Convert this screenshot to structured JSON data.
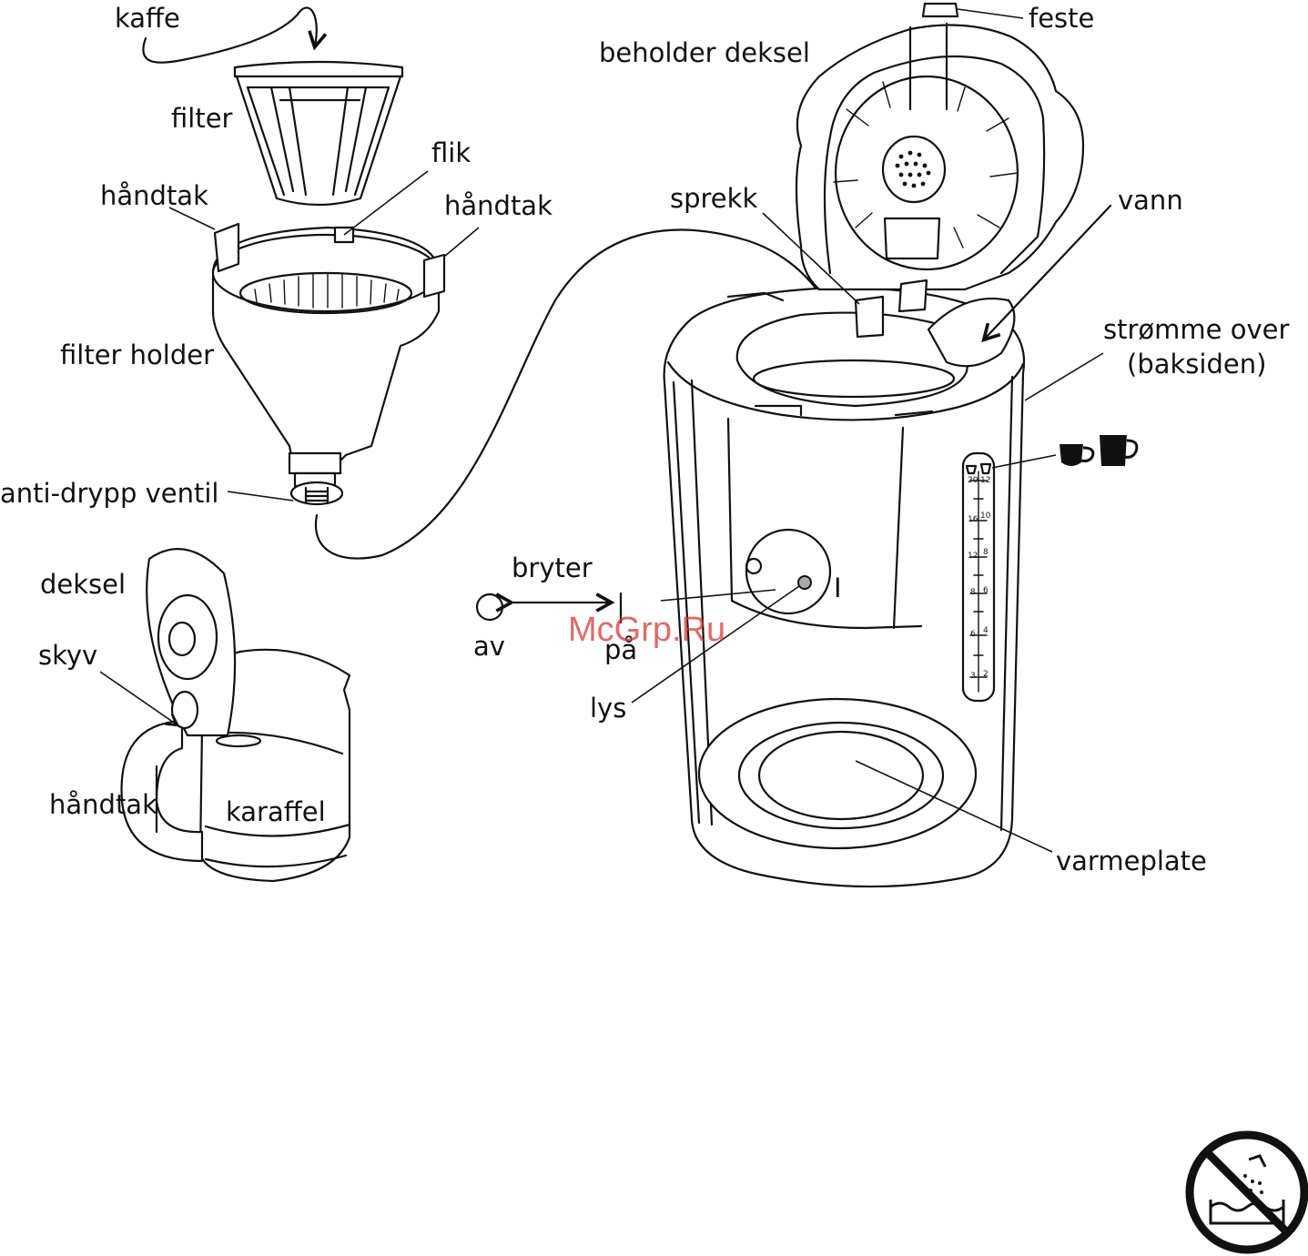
{
  "labels": {
    "kaffe": "kaffe",
    "filter": "filter",
    "flik": "flik",
    "handtak_left": "håndtak",
    "handtak_right": "håndtak",
    "filter_holder": "filter holder",
    "anti_drypp_ventil": "anti-drypp ventil",
    "deksel": "deksel",
    "skyv": "skyv",
    "handtak_carafe": "håndtak",
    "karaffel": "karaffel",
    "bryter": "bryter",
    "av": "av",
    "pa": "på",
    "lys": "lys",
    "switch_on_mark": "I",
    "feste": "feste",
    "beholder_deksel": "beholder deksel",
    "sprekk": "sprekk",
    "vann": "vann",
    "stromme_over_line1": "strømme over",
    "stromme_over_line2": "(baksiden)",
    "varmeplate": "varmeplate"
  },
  "water_gauge": {
    "left_scale": [
      "20",
      "16",
      "12",
      "8",
      "6",
      "3"
    ],
    "right_scale": [
      "12",
      "10",
      "8",
      "6",
      "4",
      "2"
    ]
  },
  "watermark": "McGrp.Ru",
  "icons": {
    "small_cup": "small-cup-icon",
    "large_cup": "large-cup-icon",
    "warning": "no-water-immersion-icon"
  },
  "colors": {
    "line": "#111111",
    "watermark": "#d23a3a",
    "background": "#ffffff"
  }
}
